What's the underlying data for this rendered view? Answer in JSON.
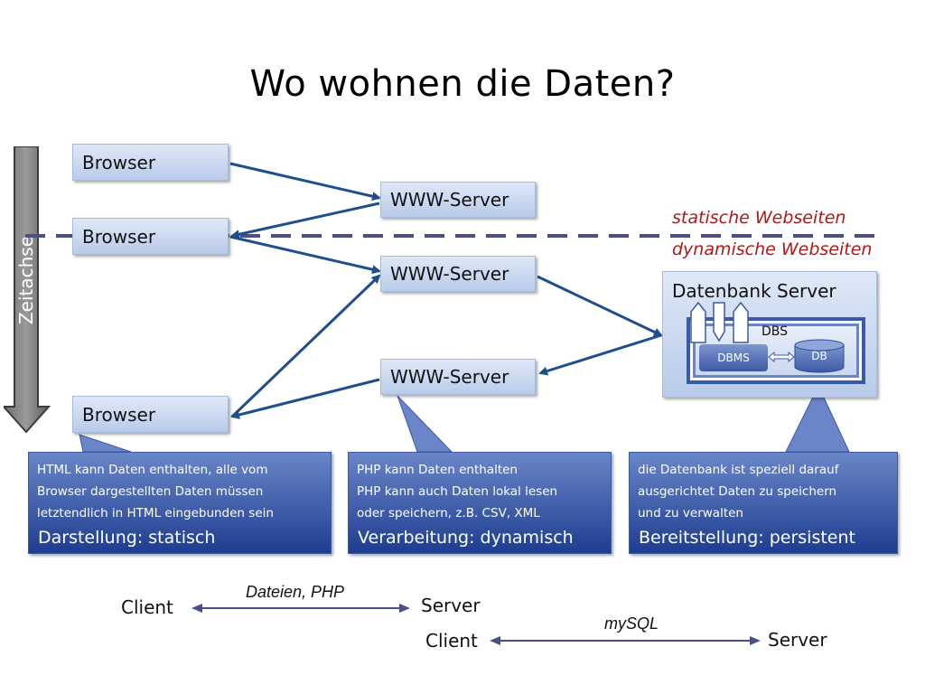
{
  "title": "Wo wohnen die Daten?",
  "timeline": {
    "label": "Zeitachse"
  },
  "browsers": [
    "Browser",
    "Browser",
    "Browser"
  ],
  "servers": [
    "WWW-Server",
    "WWW-Server",
    "WWW-Server"
  ],
  "separator": {
    "above": "statische Webseiten",
    "below": "dynamische Webseiten"
  },
  "db_server": {
    "label": "Datenbank Server",
    "dbs": "DBS",
    "dbms": "DBMS",
    "db": "DB"
  },
  "notes": [
    {
      "text": "HTML kann Daten enthalten, alle vom\nBrowser dargestellten Daten müssen\nletztendlich in HTML eingebunden sein",
      "heading": "Darstellung: statisch"
    },
    {
      "text": "PHP kann Daten enthalten\nPHP kann auch Daten lokal lesen\noder speichern, z.B. CSV, XML",
      "heading": "Verarbeitung: dynamisch"
    },
    {
      "text": "die Datenbank ist speziell darauf\nausgerichtet Daten zu speichern\nund zu verwalten",
      "heading": "Bereitstellung: persistent"
    }
  ],
  "links": [
    {
      "from": "Client",
      "to": "Server",
      "label": "Dateien, PHP"
    },
    {
      "from": "Client",
      "to": "Server",
      "label": "mySQL"
    }
  ],
  "colors": {
    "arrow": "#1f4e8c",
    "separator": "#4a4f86",
    "red_text": "#b01818",
    "note_bottom": "#1e3d8f"
  }
}
